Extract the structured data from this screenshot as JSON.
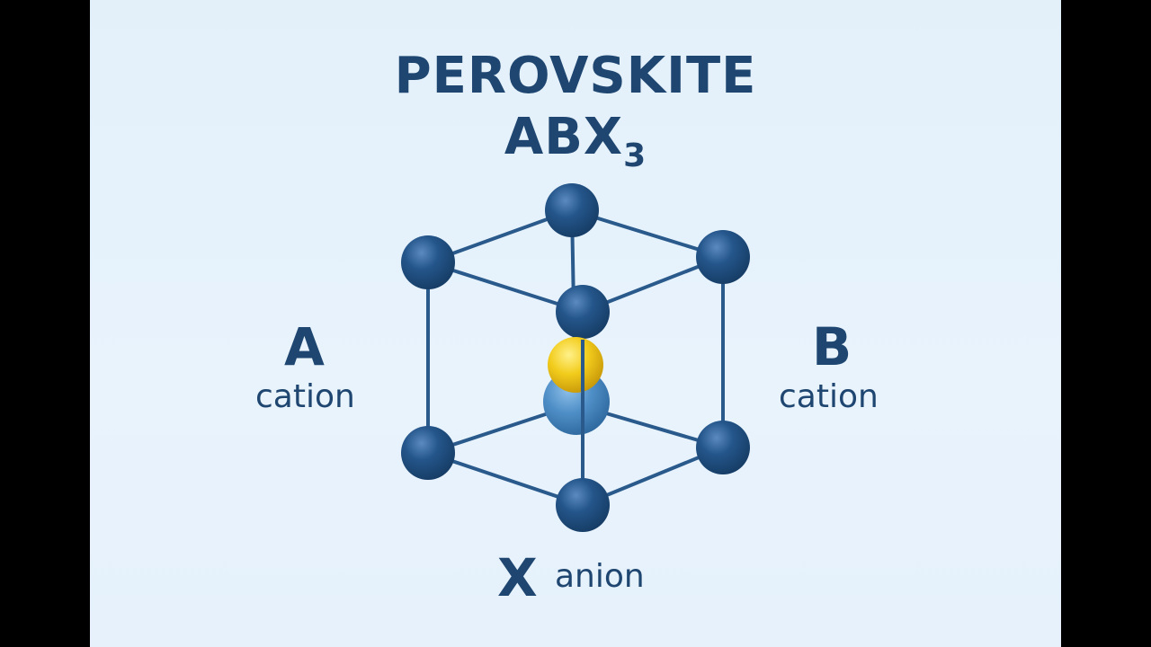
{
  "title": {
    "line1": "PEROVSKITE",
    "formula_main": "ABX",
    "formula_sub": "3"
  },
  "labels": {
    "a_letter": "A",
    "a_word": "cation",
    "b_letter": "B",
    "b_word": "cation",
    "x_letter": "X",
    "x_word": "anion"
  },
  "colors": {
    "background": "#e6f1fb",
    "text": "#1e4670",
    "bond": "#2a5a8c",
    "corner_atom": "#1f4f80",
    "a_site_atom": "#f0c419",
    "b_site_atom": "#4d8cc4"
  }
}
